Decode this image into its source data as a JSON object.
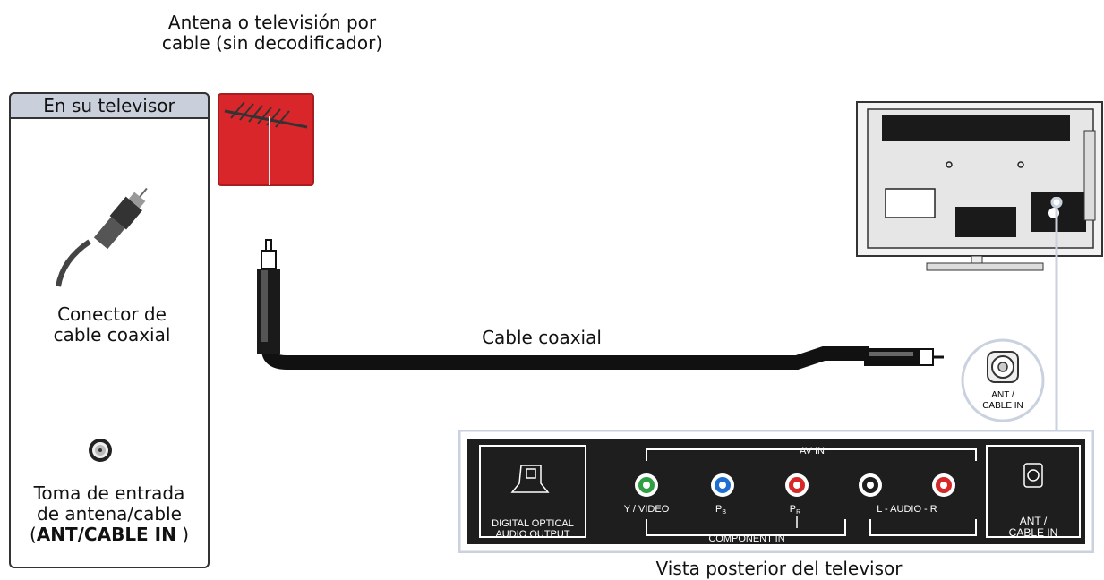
{
  "antenna_label": "Antena o televisión por cable (sin decodificador)",
  "sidebar": {
    "header": "En su televisor",
    "connector_label": "Conector de cable coaxial",
    "jack_label_line1": "Toma de entrada",
    "jack_label_line2": "de antena/cable",
    "jack_label_open": "(",
    "jack_label_bold": "ANT/CABLE IN",
    "jack_label_close": " )"
  },
  "cable_label": "Cable coaxial",
  "zoom_port_label_1": "ANT /",
  "zoom_port_label_2": "CABLE IN",
  "panel": {
    "av_in": "AV IN",
    "component_in": "COMPONENT IN",
    "optical_1": "DIGITAL OPTICAL",
    "optical_2": "AUDIO OUTPUT",
    "y_video": "Y / VIDEO",
    "pb": "P",
    "pb_sub": "B",
    "pr": "P",
    "pr_sub": "R",
    "audio": "L  -  AUDIO  -  R",
    "ant_1": "ANT /",
    "ant_2": "CABLE IN"
  },
  "caption": "Vista posterior del televisor",
  "colors": {
    "sidebar_header": "#c9cfdb",
    "antenna_bg": "#d9262a",
    "panel_bg": "#1e1e1e",
    "panel_frame": "#c9d2de",
    "jack_green": "#2ea043",
    "jack_blue": "#1f6fd1",
    "jack_red": "#d62828"
  }
}
